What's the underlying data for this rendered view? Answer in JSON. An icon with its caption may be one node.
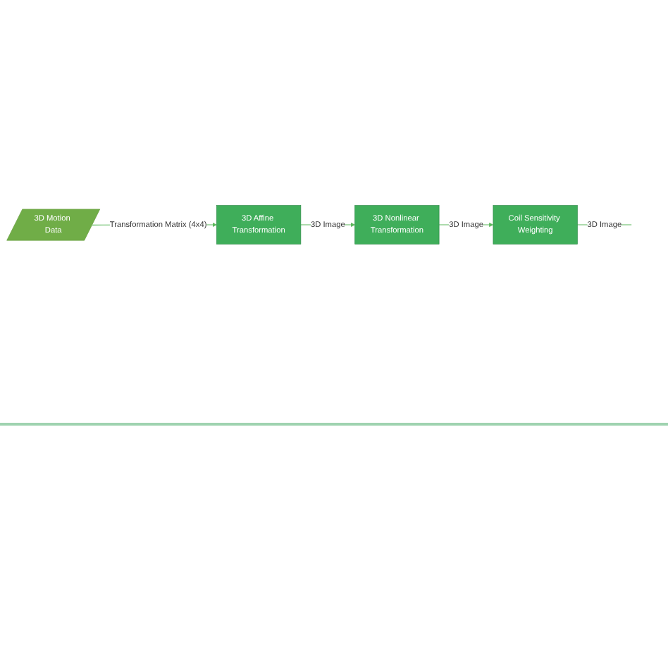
{
  "diagram": {
    "nodes": [
      {
        "text": [
          "3D Motion Data"
        ]
      },
      {
        "text": [
          "3D Affine Transformation"
        ]
      },
      {
        "text": [
          "3D Nonlinear Transformation"
        ]
      },
      {
        "text": [
          "Coil Sensitivity Weighting"
        ]
      }
    ],
    "edges": [
      {
        "from": 0,
        "to": 1,
        "arrow": "to",
        "label": "Transformation Matrix (4x4)"
      },
      {
        "from": 1,
        "to": 2,
        "arrow": "to",
        "label": "3D Image"
      },
      {
        "from": 2,
        "to": 3,
        "arrow": "to",
        "label": "3D Image"
      },
      {
        "from": 3,
        "to": null,
        "arrow": "none",
        "label": "3D Image"
      }
    ]
  }
}
